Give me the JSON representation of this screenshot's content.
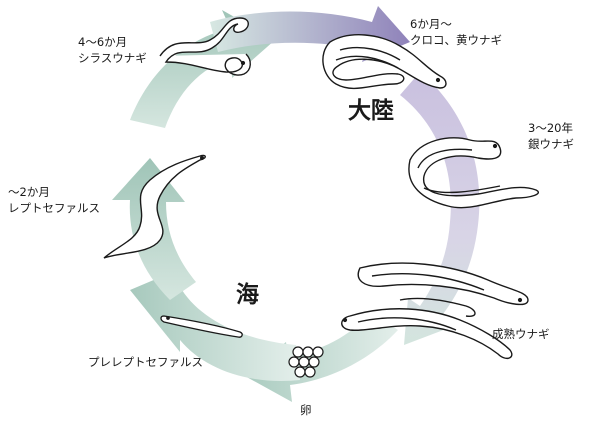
{
  "zones": {
    "land": "大陸",
    "sea": "海"
  },
  "stages": {
    "glass_eel": {
      "line1": "4～6か月",
      "line2": "シラスウナギ"
    },
    "yellow_eel": {
      "line1": "6か月～",
      "line2": "クロコ、黄ウナギ"
    },
    "silver_eel": {
      "line1": "3～20年",
      "line2": "銀ウナギ"
    },
    "mature_eel": {
      "line1": "成熟ウナギ"
    },
    "egg": {
      "line1": "卵"
    },
    "preleptocephalus": {
      "line1": "プレレプトセファルス"
    },
    "leptocephalus": {
      "line1": "～2か月",
      "line2": "レプトセファルス"
    }
  },
  "colors": {
    "sea_arrow": "#cfe3dc",
    "sea_arrow_dark": "#a9cbbf",
    "land_arrow": "#cdc4e0",
    "land_arrow_dark": "#8e80b8",
    "outline": "#1a1a1a"
  }
}
